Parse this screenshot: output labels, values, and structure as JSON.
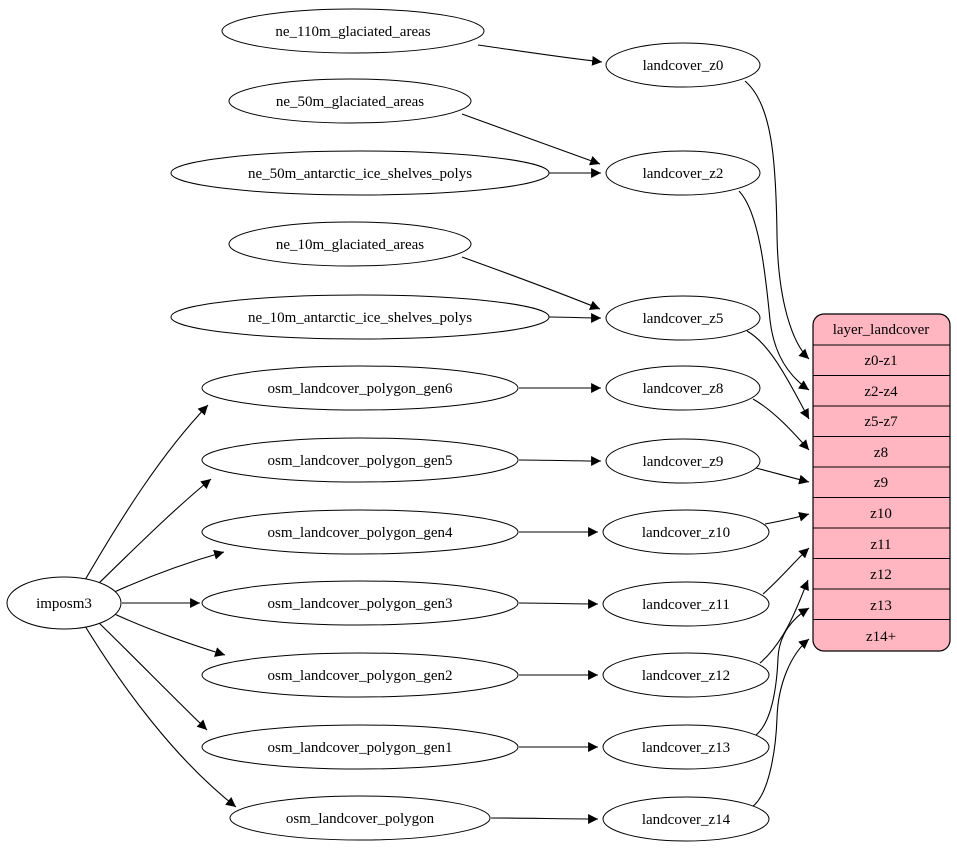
{
  "diagram": {
    "kind": "etl-dependency-graph",
    "direction": "left-to-right",
    "colors": {
      "background": "#ffffff",
      "node_fill": "#ffffff",
      "node_stroke": "#000000",
      "edge_stroke": "#000000",
      "record_fill": "#ffb6c1",
      "record_stroke": "#000000",
      "text": "#000000"
    }
  },
  "nodes": {
    "imposm3": "imposm3",
    "ne_110m_glaciated_areas": "ne_110m_glaciated_areas",
    "ne_50m_glaciated_areas": "ne_50m_glaciated_areas",
    "ne_50m_antarctic_ice_shelves_polys": "ne_50m_antarctic_ice_shelves_polys",
    "ne_10m_glaciated_areas": "ne_10m_glaciated_areas",
    "ne_10m_antarctic_ice_shelves_polys": "ne_10m_antarctic_ice_shelves_polys",
    "osm_landcover_polygon_gen6": "osm_landcover_polygon_gen6",
    "osm_landcover_polygon_gen5": "osm_landcover_polygon_gen5",
    "osm_landcover_polygon_gen4": "osm_landcover_polygon_gen4",
    "osm_landcover_polygon_gen3": "osm_landcover_polygon_gen3",
    "osm_landcover_polygon_gen2": "osm_landcover_polygon_gen2",
    "osm_landcover_polygon_gen1": "osm_landcover_polygon_gen1",
    "osm_landcover_polygon": "osm_landcover_polygon",
    "landcover_z0": "landcover_z0",
    "landcover_z2": "landcover_z2",
    "landcover_z5": "landcover_z5",
    "landcover_z8": "landcover_z8",
    "landcover_z9": "landcover_z9",
    "landcover_z10": "landcover_z10",
    "landcover_z11": "landcover_z11",
    "landcover_z12": "landcover_z12",
    "landcover_z13": "landcover_z13",
    "landcover_z14": "landcover_z14"
  },
  "table": {
    "title": "layer_landcover",
    "rows": [
      "z0-z1",
      "z2-z4",
      "z5-z7",
      "z8",
      "z9",
      "z10",
      "z11",
      "z12",
      "z13",
      "z14+"
    ]
  },
  "edges": [
    {
      "from": "ne_110m_glaciated_areas",
      "to": "landcover_z0"
    },
    {
      "from": "ne_50m_glaciated_areas",
      "to": "landcover_z2"
    },
    {
      "from": "ne_50m_antarctic_ice_shelves_polys",
      "to": "landcover_z2"
    },
    {
      "from": "ne_10m_glaciated_areas",
      "to": "landcover_z5"
    },
    {
      "from": "ne_10m_antarctic_ice_shelves_polys",
      "to": "landcover_z5"
    },
    {
      "from": "imposm3",
      "to": "osm_landcover_polygon_gen6"
    },
    {
      "from": "imposm3",
      "to": "osm_landcover_polygon_gen5"
    },
    {
      "from": "imposm3",
      "to": "osm_landcover_polygon_gen4"
    },
    {
      "from": "imposm3",
      "to": "osm_landcover_polygon_gen3"
    },
    {
      "from": "imposm3",
      "to": "osm_landcover_polygon_gen2"
    },
    {
      "from": "imposm3",
      "to": "osm_landcover_polygon_gen1"
    },
    {
      "from": "imposm3",
      "to": "osm_landcover_polygon"
    },
    {
      "from": "osm_landcover_polygon_gen6",
      "to": "landcover_z8"
    },
    {
      "from": "osm_landcover_polygon_gen5",
      "to": "landcover_z9"
    },
    {
      "from": "osm_landcover_polygon_gen4",
      "to": "landcover_z10"
    },
    {
      "from": "osm_landcover_polygon_gen3",
      "to": "landcover_z11"
    },
    {
      "from": "osm_landcover_polygon_gen2",
      "to": "landcover_z12"
    },
    {
      "from": "osm_landcover_polygon_gen1",
      "to": "landcover_z13"
    },
    {
      "from": "osm_landcover_polygon",
      "to": "landcover_z14"
    },
    {
      "from": "landcover_z0",
      "to": "layer_landcover:z0-z1"
    },
    {
      "from": "landcover_z2",
      "to": "layer_landcover:z2-z4"
    },
    {
      "from": "landcover_z5",
      "to": "layer_landcover:z5-z7"
    },
    {
      "from": "landcover_z8",
      "to": "layer_landcover:z8"
    },
    {
      "from": "landcover_z9",
      "to": "layer_landcover:z9"
    },
    {
      "from": "landcover_z10",
      "to": "layer_landcover:z10"
    },
    {
      "from": "landcover_z11",
      "to": "layer_landcover:z11"
    },
    {
      "from": "landcover_z12",
      "to": "layer_landcover:z12"
    },
    {
      "from": "landcover_z13",
      "to": "layer_landcover:z13"
    },
    {
      "from": "landcover_z14",
      "to": "layer_landcover:z14+"
    }
  ]
}
